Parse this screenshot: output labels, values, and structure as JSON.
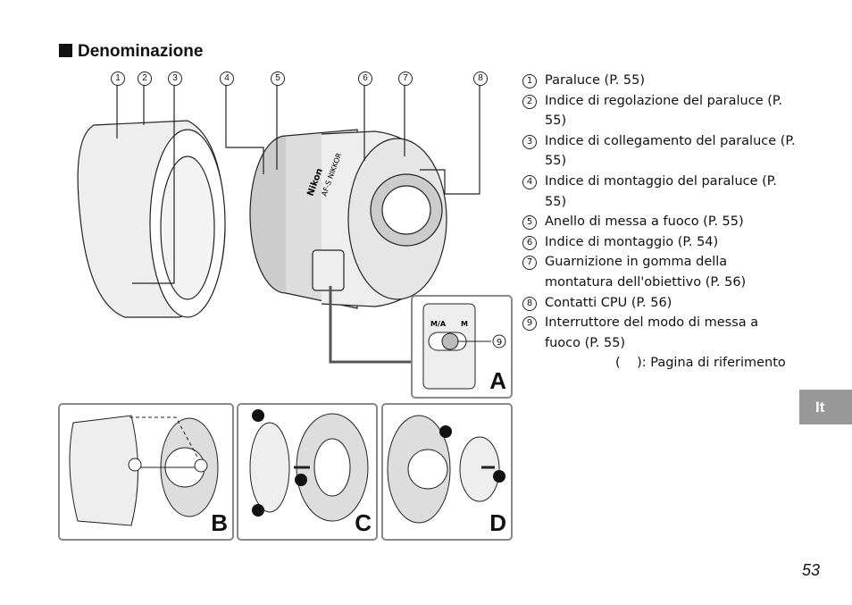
{
  "section_title": "Denominazione",
  "callouts": [
    "1",
    "2",
    "3",
    "4",
    "5",
    "6",
    "7",
    "8"
  ],
  "items": [
    {
      "n": "1",
      "text": "Paraluce (P. 55)"
    },
    {
      "n": "2",
      "text": "Indice di regolazione del paraluce (P. 55)"
    },
    {
      "n": "3",
      "text": "Indice di collegamento del paraluce (P. 55)"
    },
    {
      "n": "4",
      "text": "Indice di montaggio del paraluce (P. 55)"
    },
    {
      "n": "5",
      "text": "Anello di messa a fuoco (P. 55)"
    },
    {
      "n": "6",
      "text": "Indice di montaggio (P. 54)"
    },
    {
      "n": "7",
      "text": "Guarnizione in gomma della montatura dell'obiettivo (P. 56)"
    },
    {
      "n": "8",
      "text": "Contatti CPU (P. 56)"
    },
    {
      "n": "9",
      "text": "Interruttore del modo di messa a fuoco (P. 55)"
    }
  ],
  "reference_note": "(    ): Pagina di riferimento",
  "panels": {
    "a": "A",
    "b": "B",
    "c": "C",
    "d": "D",
    "switch_ma": "M/A",
    "switch_m": "M",
    "callout9": "9"
  },
  "lens_text": {
    "brand": "Nikon",
    "model": "AF-S NIKKOR"
  },
  "language_tab": "It",
  "page_number": "53"
}
